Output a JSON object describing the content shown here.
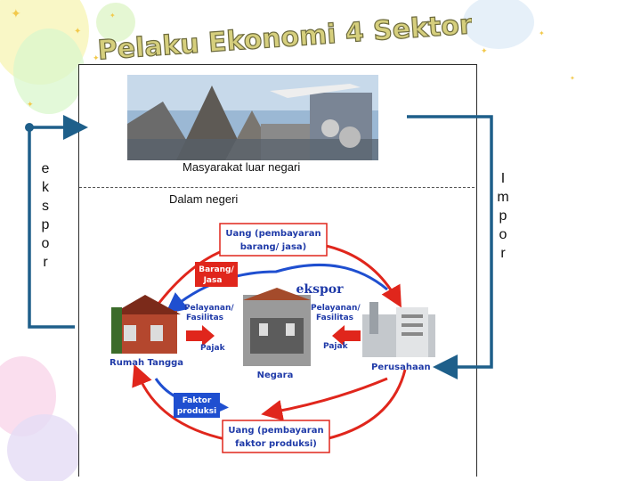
{
  "title": "Pelaku Ekonomi 4 Sektor",
  "photo_caption": "Masyarakat luar negari",
  "domestic_label": "Dalam negeri",
  "left_side": {
    "letters": [
      "e",
      "k",
      "s",
      "p",
      "o",
      "r"
    ]
  },
  "right_side": {
    "letters": [
      "I",
      "m",
      "p",
      "o",
      "r"
    ]
  },
  "diagram": {
    "box_top_line1": "Uang (pembayaran",
    "box_top_line2": "barang/ jasa)",
    "barang_line1": "Barang/",
    "barang_line2": "Jasa",
    "ekspor": "ekspor",
    "pelayanan_left_line1": "Pelayanan/",
    "pelayanan_left_line2": "Fasilitas",
    "pelayanan_right_line1": "Pelayanan/",
    "pelayanan_right_line2": "Fasilitas",
    "pajak_left": "Pajak",
    "pajak_right": "Pajak",
    "rumah_tangga": "Rumah Tangga",
    "negara": "Negara",
    "perusahaan": "Perusahaan",
    "faktor_line1": "Faktor",
    "faktor_line2": "produksi",
    "box_bottom_line1": "Uang (pembayaran",
    "box_bottom_line2": "faktor produksi)"
  },
  "colors": {
    "red_arrow": "#e0261c",
    "blue_arrow": "#1f4fd0",
    "connector": "#1e5f8a"
  }
}
